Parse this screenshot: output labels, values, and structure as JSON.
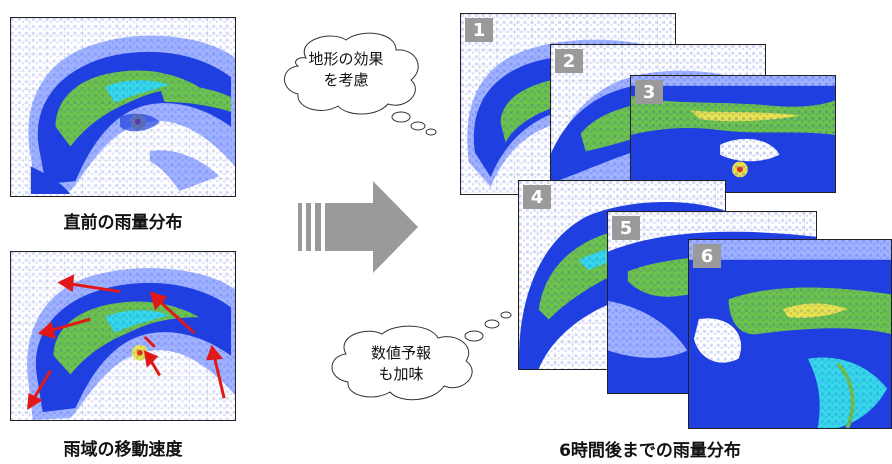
{
  "left_panel": {
    "top_caption": "直前の雨量分布",
    "bottom_caption": "雨域の移動速度"
  },
  "bubble_terrain": {
    "line1": "地形の効果",
    "line2": "を考慮"
  },
  "bubble_nwp": {
    "line1": "数値予報",
    "line2": "も加味"
  },
  "forecast_frames": [
    "1",
    "2",
    "3",
    "4",
    "5",
    "6"
  ],
  "right_caption": "6時間後までの雨量分布",
  "colors": {
    "blue": "#1f3fe0",
    "light_blue": "#9fb1ff",
    "cyan": "#35d7e8",
    "green": "#6cc24a",
    "yellow": "#e9e34b",
    "red": "#e5311e",
    "arrow": "#e11818",
    "big_arrow": "#9a9a9a"
  }
}
